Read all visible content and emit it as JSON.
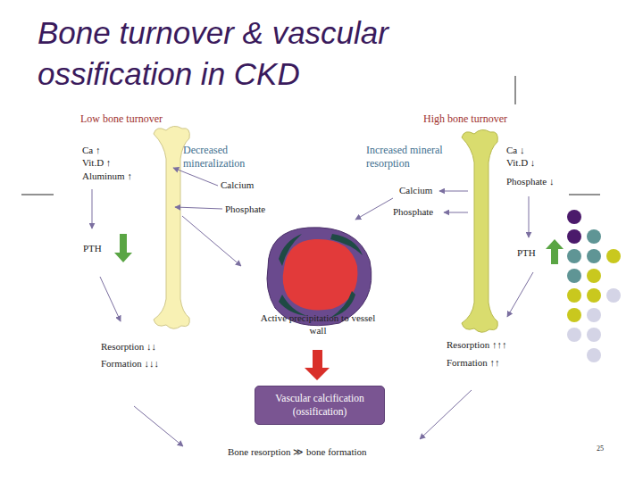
{
  "diagram": {
    "title": "Bone turnover & vascular ossification in CKD",
    "nodes": [
      {
        "text": [
          "Vascular calcification (ossification)"
        ]
      }
    ],
    "labels": [
      "Low bone turnover",
      "Ca ↑",
      "Vit.D ↑",
      "Aluminum ↑",
      "Decreased mineralization",
      "Calcium",
      "Phosphate",
      "PTH",
      "Resorption ↓↓",
      "Formation ↓↓↓",
      "High bone turnover",
      "Increased mineral resorption",
      "Calcium",
      "Phosphate",
      "Ca ↓",
      "Vit.D ↓",
      "Phosphate ↓",
      "PTH",
      "Resorption ↑↑↑",
      "Formation ↑↑",
      "Active precipitation to vessel wall",
      "Bone resorption ≫ bone formation",
      "25"
    ]
  }
}
